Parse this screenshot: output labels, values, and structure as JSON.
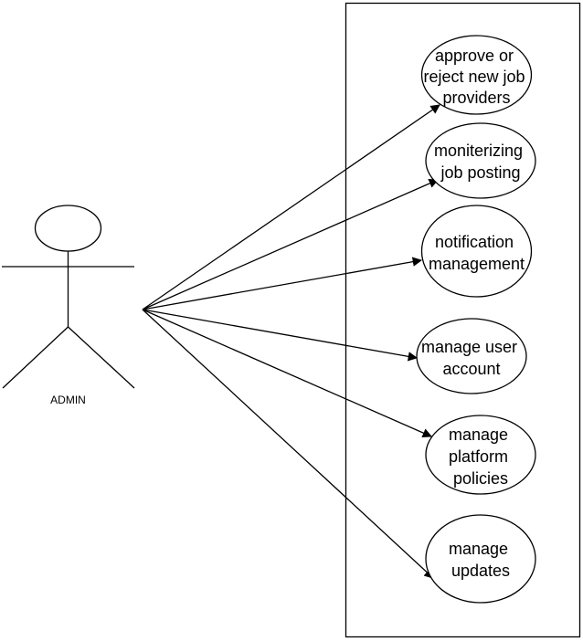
{
  "actor": {
    "label": "ADMIN"
  },
  "use_cases": [
    {
      "lines": [
        "approve or",
        "reject new job",
        "providers"
      ]
    },
    {
      "lines": [
        "moniterizing",
        "job posting"
      ]
    },
    {
      "lines": [
        "notification",
        "management"
      ]
    },
    {
      "lines": [
        "manage user",
        "account"
      ]
    },
    {
      "lines": [
        "manage",
        "platform",
        "policies"
      ]
    },
    {
      "lines": [
        "manage",
        "updates"
      ]
    }
  ],
  "colors": {
    "stroke": "#000000",
    "background": "#ffffff"
  }
}
